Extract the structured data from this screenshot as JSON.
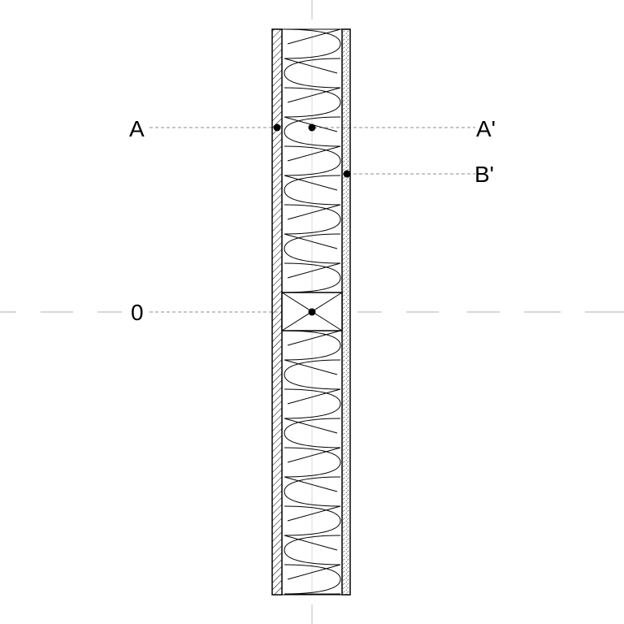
{
  "labels": {
    "a": "A",
    "a_prime": "A'",
    "b_prime": "B'",
    "zero": "0"
  },
  "colors": {
    "line": "#000000",
    "dash": "#8c8c8c",
    "background": "#ffffff"
  }
}
